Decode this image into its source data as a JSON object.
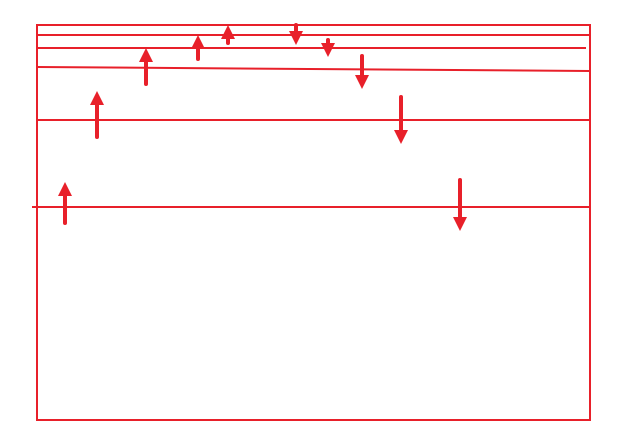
{
  "diagram": {
    "stroke_color": "#e8202a",
    "background": "#ffffff",
    "frame": {
      "shape": "rectangle"
    },
    "lines": [
      {
        "id": "top-line-1",
        "orientation": "horizontal"
      },
      {
        "id": "top-line-2",
        "orientation": "horizontal"
      },
      {
        "id": "top-line-3",
        "orientation": "horizontal"
      },
      {
        "id": "sloped-line",
        "orientation": "slightly-sloped"
      },
      {
        "id": "middle-line",
        "orientation": "horizontal"
      },
      {
        "id": "lower-line",
        "orientation": "horizontal",
        "extends_past_left_edge": true
      }
    ],
    "arrows": [
      {
        "id": "arrow-1",
        "direction": "up"
      },
      {
        "id": "arrow-2",
        "direction": "up"
      },
      {
        "id": "arrow-3",
        "direction": "up"
      },
      {
        "id": "arrow-4",
        "direction": "up"
      },
      {
        "id": "arrow-5",
        "direction": "up"
      },
      {
        "id": "arrow-6",
        "direction": "down"
      },
      {
        "id": "arrow-7",
        "direction": "down"
      },
      {
        "id": "arrow-8",
        "direction": "down"
      },
      {
        "id": "arrow-9",
        "direction": "down"
      },
      {
        "id": "arrow-10",
        "direction": "down"
      }
    ]
  }
}
